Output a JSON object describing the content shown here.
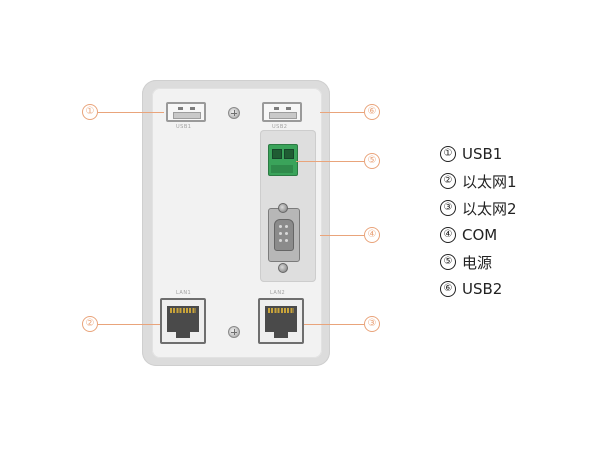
{
  "ports": {
    "usb1_caption": "USB1",
    "usb2_caption": "USB2",
    "lan1_caption": "LAN1",
    "lan2_caption": "LAN2"
  },
  "callouts": [
    "①",
    "②",
    "③",
    "④",
    "⑤",
    "⑥"
  ],
  "legend": [
    {
      "num": "①",
      "label": "USB1"
    },
    {
      "num": "②",
      "label": "以太网1"
    },
    {
      "num": "③",
      "label": "以太网2"
    },
    {
      "num": "④",
      "label": "COM"
    },
    {
      "num": "⑤",
      "label": "电源"
    },
    {
      "num": "⑥",
      "label": "USB2"
    }
  ],
  "colors": {
    "callout_accent": "#e9a47b",
    "power_connector": "#3aa35a"
  }
}
